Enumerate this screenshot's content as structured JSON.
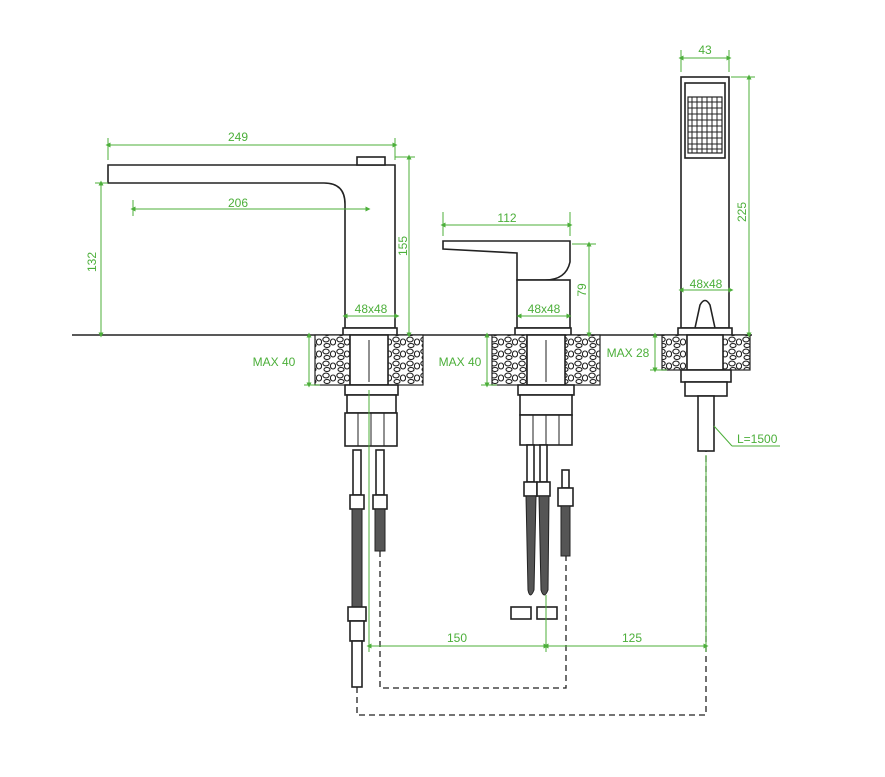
{
  "colors": {
    "dimension": "#4caf3a",
    "outline": "#222222",
    "background": "#ffffff"
  },
  "dimensions": {
    "spout_length": "249",
    "spout_reach": "206",
    "spout_height": "132",
    "spout_body_height": "155",
    "spout_base": "48x48",
    "spout_max_deck": "MAX 40",
    "mixer_lever": "112",
    "mixer_height": "79",
    "mixer_base": "48x48",
    "mixer_max_deck": "MAX 40",
    "shower_width": "43",
    "shower_height": "225",
    "shower_base": "48x48",
    "shower_max_deck": "MAX 28",
    "hose_length": "L=1500",
    "spacing_1": "150",
    "spacing_2": "125"
  }
}
